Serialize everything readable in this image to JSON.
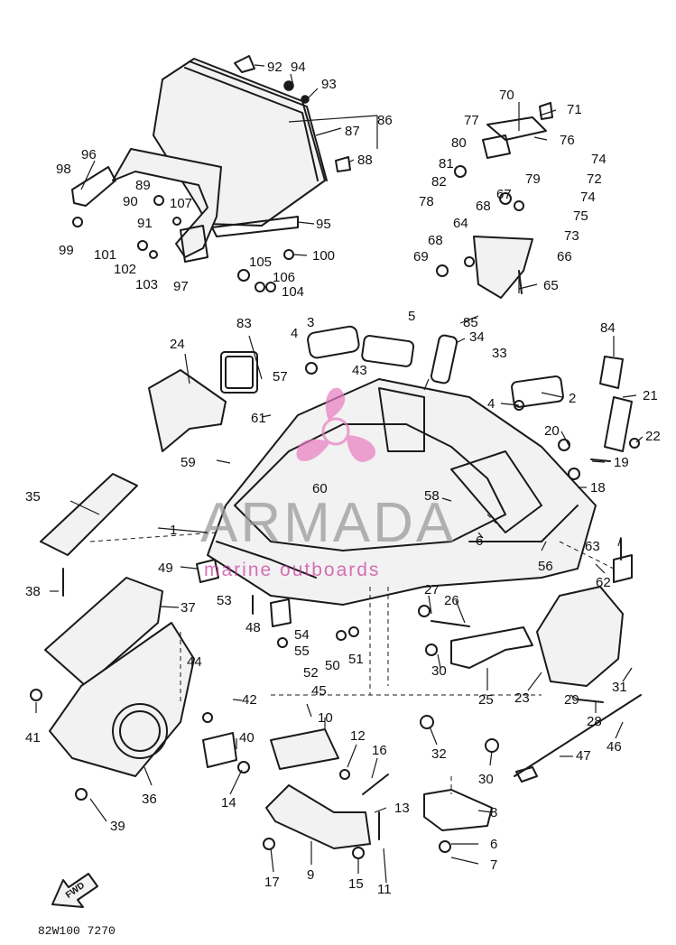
{
  "watermark": {
    "brand": "ARMADA",
    "tagline": "marine outboards",
    "logo_color": "#e87cc0"
  },
  "diagram_code": "82W100 7270",
  "forward_label": "FWD",
  "callouts": [
    "1",
    "2",
    "3",
    "4",
    "4",
    "5",
    "6",
    "6",
    "7",
    "8",
    "9",
    "10",
    "11",
    "12",
    "13",
    "14",
    "15",
    "16",
    "17",
    "18",
    "19",
    "20",
    "21",
    "22",
    "23",
    "24",
    "25",
    "26",
    "27",
    "28",
    "29",
    "30",
    "30",
    "31",
    "32",
    "33",
    "34",
    "35",
    "36",
    "37",
    "38",
    "39",
    "40",
    "41",
    "42",
    "43",
    "44",
    "45",
    "46",
    "47",
    "48",
    "49",
    "50",
    "51",
    "52",
    "53",
    "54",
    "55",
    "56",
    "57",
    "58",
    "59",
    "60",
    "61",
    "62",
    "63",
    "64",
    "65",
    "66",
    "67",
    "68",
    "68",
    "69",
    "70",
    "71",
    "72",
    "73",
    "74",
    "74",
    "75",
    "76",
    "77",
    "78",
    "79",
    "80",
    "81",
    "82",
    "83",
    "84",
    "85",
    "86",
    "87",
    "88",
    "89",
    "90",
    "91",
    "92",
    "93",
    "94",
    "95",
    "96",
    "97",
    "98",
    "99",
    "100",
    "101",
    "102",
    "103",
    "104",
    "105",
    "106",
    "107"
  ]
}
